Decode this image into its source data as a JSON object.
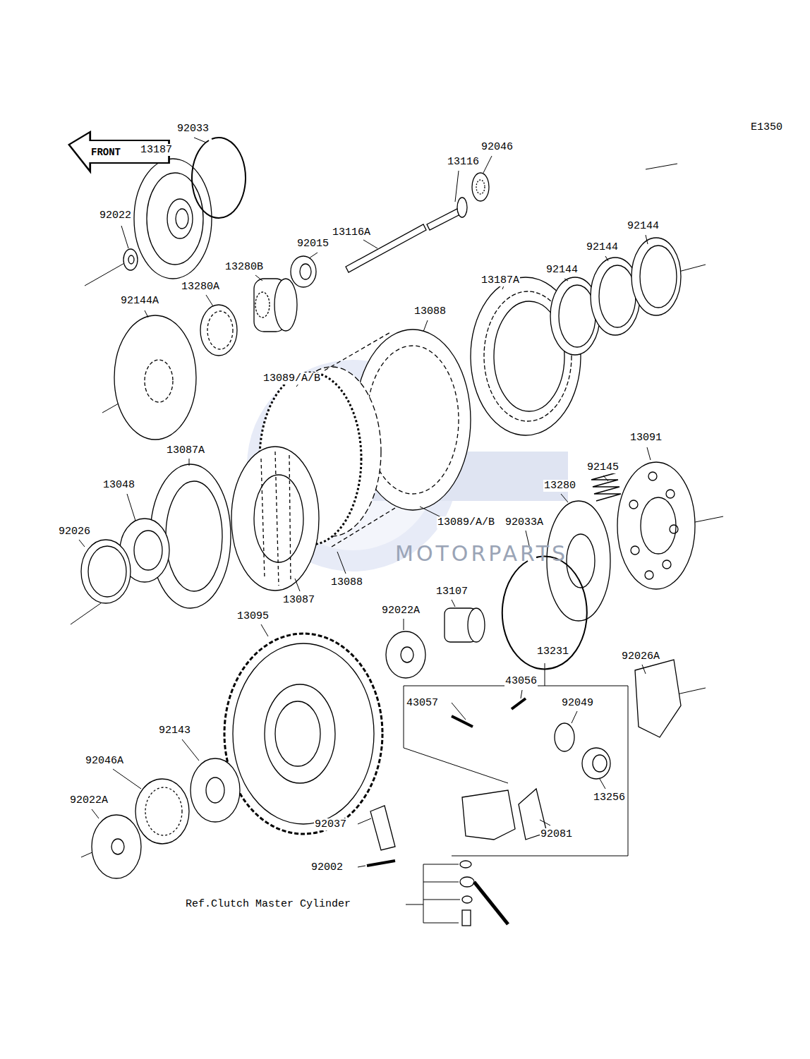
{
  "diagram": {
    "nodes": [
      {
        "text": [
          "FRONT"
        ]
      }
    ],
    "labels": [
      "E1350",
      "92033",
      "13187",
      "92046",
      "13116",
      "92022",
      "13116A",
      "92015",
      "13280B",
      "13280A",
      "92144",
      "92144",
      "92144",
      "13187A",
      "92144A",
      "13088",
      "13089/A/B",
      "13087A",
      "13091",
      "92145",
      "13280",
      "13048",
      "13089/A/B",
      "92033A",
      "92026",
      "13087",
      "13088",
      "13107",
      "92022A",
      "13095",
      "13231",
      "92026A",
      "43056",
      "92049",
      "43057",
      "92143",
      "92046A",
      "13256",
      "92081",
      "92022A",
      "92037",
      "92002",
      "Ref.Clutch Master Cylinder",
      "MOTORPARTS"
    ]
  }
}
